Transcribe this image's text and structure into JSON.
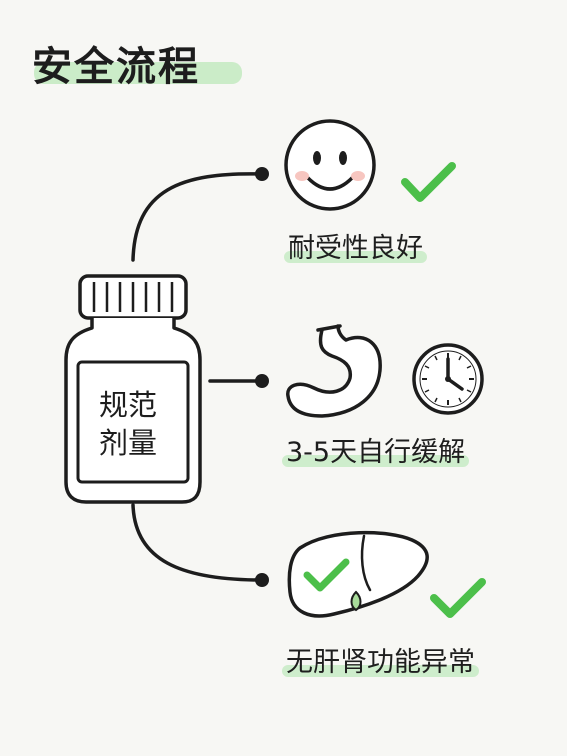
{
  "title": "安全流程",
  "bottle": {
    "line1": "规范",
    "line2": "剂量"
  },
  "items": [
    {
      "label": "耐受性良好",
      "icons": [
        "smiley-face-icon",
        "check-icon"
      ]
    },
    {
      "label": "3-5天自行缓解",
      "icons": [
        "stomach-icon",
        "clock-icon"
      ]
    },
    {
      "label": "无肝肾功能异常",
      "icons": [
        "liver-icon",
        "check-icon"
      ]
    }
  ],
  "colors": {
    "accent_green": "#4cbf4a",
    "highlight": "#c7ebc4",
    "ink": "#1d1d1d",
    "background": "#f7f7f4"
  }
}
